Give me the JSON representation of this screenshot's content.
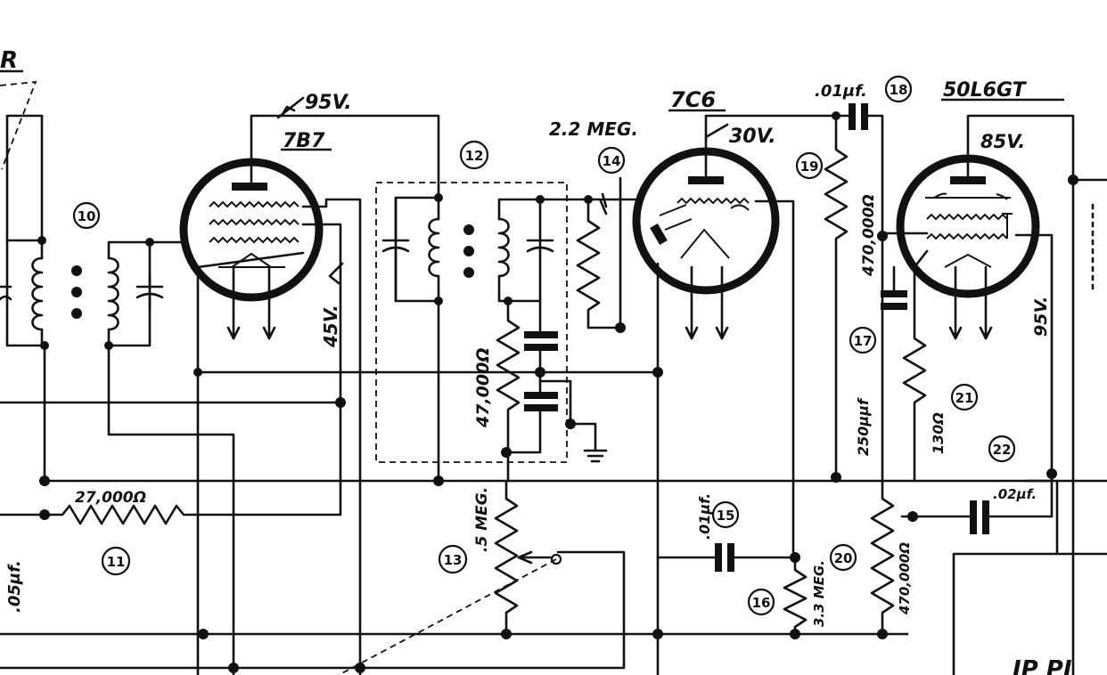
{
  "tubes": {
    "t1": {
      "name": "7B7",
      "plate_voltage": "95V.",
      "screen_voltage": "45V."
    },
    "t2": {
      "name": "7C6",
      "plate_voltage": "30V."
    },
    "t3": {
      "name": "50L6GT",
      "plate_voltage": "85V.",
      "screen_voltage": "95V."
    }
  },
  "labels": {
    "r_27k": "27,000Ω",
    "r_47k": "47,000Ω",
    "r_2m2": "2.2 MEG.",
    "pot_05": ".5 MEG.",
    "r_470k_a": "470,000Ω",
    "r_470k_b": "470,000Ω",
    "r_33m": "3.3 MEG.",
    "r_130": "130Ω",
    "c_05": ".05μf.",
    "c_01_a": ".01μf.",
    "c_01_b": ".01μf.",
    "c_250": "250μμf",
    "c_02": ".02μf.",
    "partial_top_left": "R",
    "partial_bottom_right": "IP PI"
  },
  "refs": [
    "10",
    "11",
    "12",
    "13",
    "14",
    "15",
    "16",
    "17",
    "18",
    "19",
    "20",
    "21",
    "22"
  ]
}
